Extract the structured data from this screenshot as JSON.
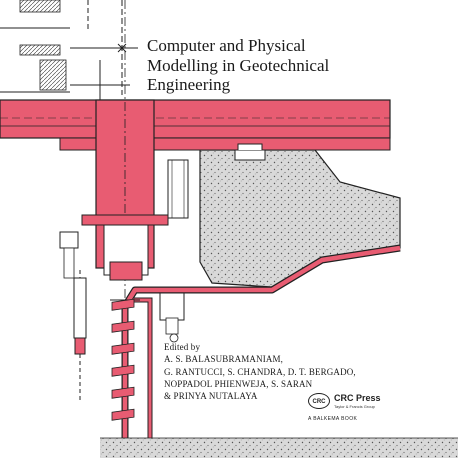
{
  "book": {
    "title_lines": [
      "Computer and Physical",
      "Modelling in Geotechnical",
      "Engineering"
    ],
    "editors_label": "Edited by",
    "editor_lines": [
      "A. S. BALASUBRAMANIAM,",
      "G. RANTUCCI, S. CHANDRA, D. T. BERGADO,",
      "NOPPADOL PHIENWEJA, S. SARAN",
      "& PRINYA NUTALAYA"
    ]
  },
  "publisher": {
    "logo_text": "CRC",
    "name": "CRC Press",
    "group": "Taylor & Francis Group",
    "imprint": "A BALKEMA BOOK"
  },
  "colors": {
    "pink": "#e85c72",
    "ink": "#1a1a1a",
    "concrete": "#d6d6d6"
  }
}
